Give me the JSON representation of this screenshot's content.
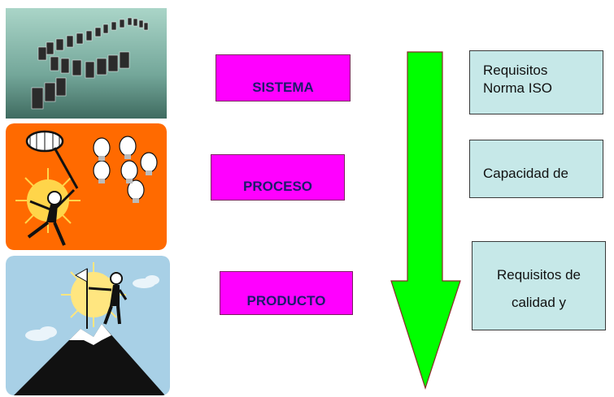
{
  "images": [
    {
      "name": "dominoes-photo",
      "alt": "dominoes"
    },
    {
      "name": "butterfly-net-illustration",
      "alt": "catching lightbulbs"
    },
    {
      "name": "mountain-summit-illustration",
      "alt": "flag on summit"
    }
  ],
  "levels": [
    {
      "label": "SISTEMA"
    },
    {
      "label": "PROCESO"
    },
    {
      "label": "PRODUCTO"
    }
  ],
  "notes": [
    {
      "line1": "Requisitos",
      "line2": "Norma ISO"
    },
    {
      "line1": "Capacidad de"
    },
    {
      "line1": "Requisitos de",
      "line2": "calidad y"
    }
  ],
  "colors": {
    "level_fill": "#ff00ff",
    "note_fill": "#c6e8e8",
    "arrow_fill": "#00ff00",
    "orange_panel": "#ff6a00",
    "sky_panel": "#a8d0e6"
  }
}
